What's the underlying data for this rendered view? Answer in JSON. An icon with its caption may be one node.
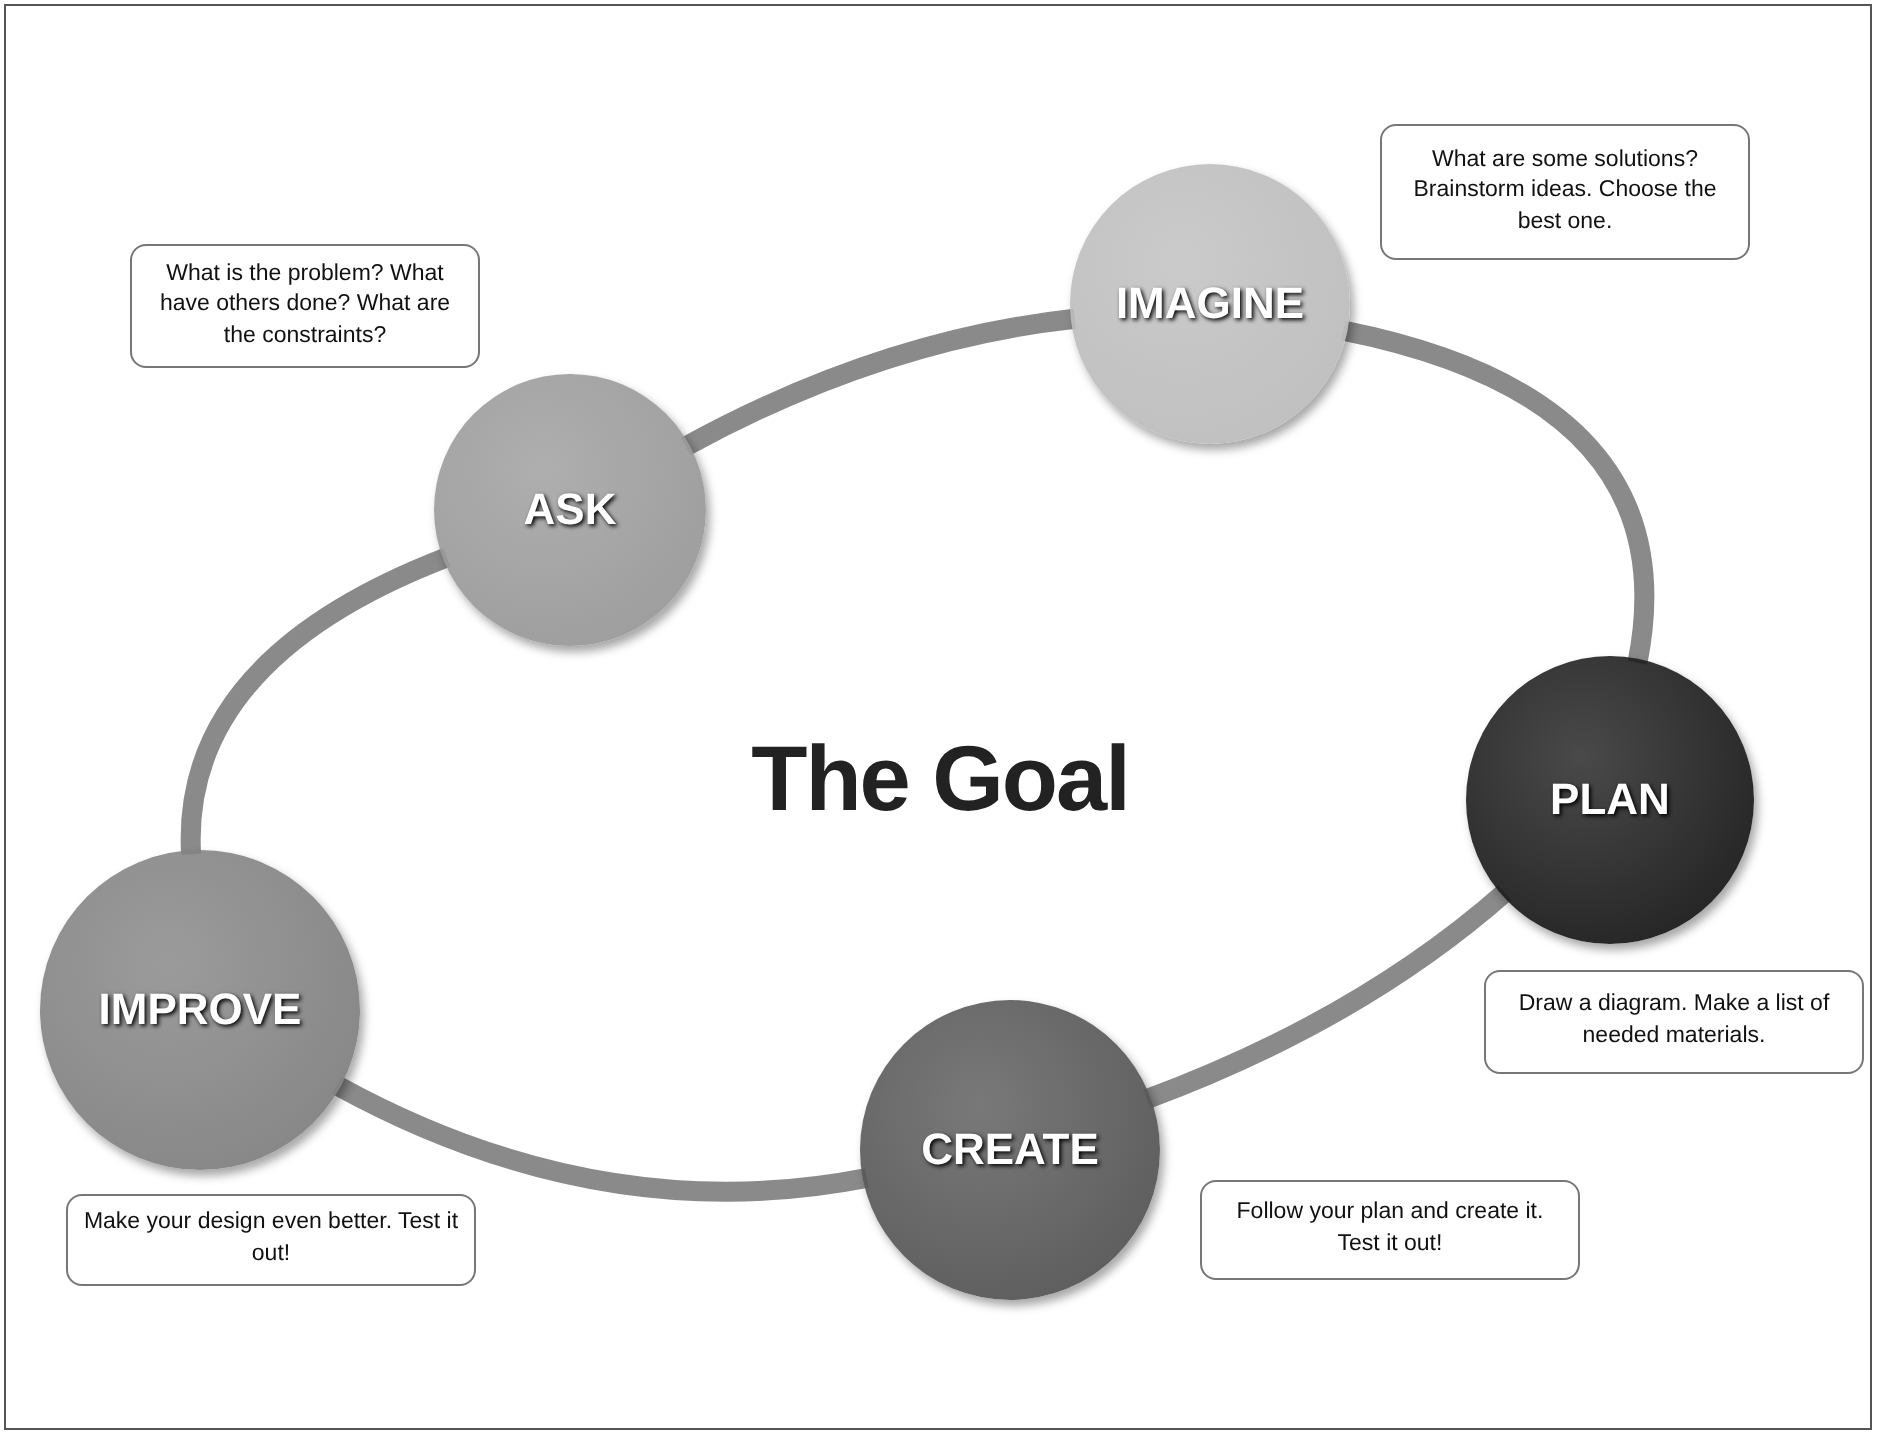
{
  "diagram": {
    "title": "The Goal",
    "nodes": [
      {
        "text": [
          "ASK"
        ]
      },
      {
        "text": [
          "IMAGINE"
        ]
      },
      {
        "text": [
          "PLAN"
        ]
      },
      {
        "text": [
          "CREATE"
        ]
      },
      {
        "text": [
          "IMPROVE"
        ]
      },
      {
        "text": [
          "What is the problem? What have others done? What are the constraints?"
        ]
      },
      {
        "text": [
          "What are some solutions? Brainstorm ideas. Choose the best one."
        ]
      },
      {
        "text": [
          "Draw a diagram. Make a list of needed materials."
        ]
      },
      {
        "text": [
          "Make your design even better. Test it out!"
        ]
      },
      {
        "text": [
          "Follow your plan and create it. Test it out!"
        ]
      }
    ],
    "edges": [
      {
        "from": 0,
        "to": 1,
        "arrow": "none"
      },
      {
        "from": 1,
        "to": 2,
        "arrow": "none"
      },
      {
        "from": 2,
        "to": 3,
        "arrow": "none"
      },
      {
        "from": 3,
        "to": 4,
        "arrow": "none"
      },
      {
        "from": 4,
        "to": 0,
        "arrow": "none"
      }
    ]
  }
}
